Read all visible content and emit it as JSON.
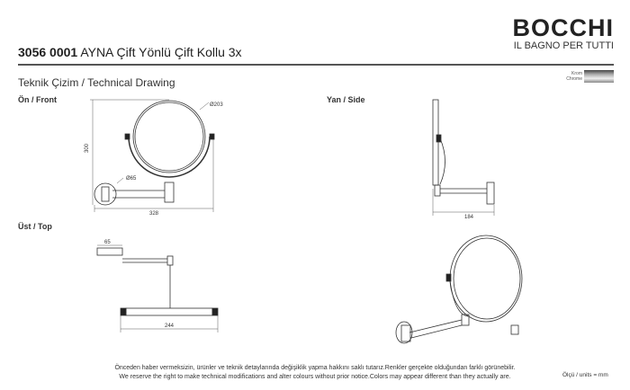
{
  "header": {
    "code": "3056 0001",
    "name": "AYNA Çift Yönlü Çift Kollu 3x",
    "subtitle": "Teknik Çizim / Technical Drawing"
  },
  "logo": {
    "brand": "BOCCHI",
    "tagline": "IL BAGNO PER TUTTI"
  },
  "finish": {
    "label_tr": "Krom",
    "label_en": "Chrome",
    "color": "#999999"
  },
  "views": {
    "front": "Ön / Front",
    "side": "Yan / Side",
    "top": "Üst / Top"
  },
  "dimensions": {
    "mirror_diameter": "Ø203",
    "height": "300",
    "base_diameter": "Ø65",
    "width": "328",
    "side_depth": "184",
    "top_base": "65",
    "top_width": "244"
  },
  "footer": {
    "line_tr": "Önceden haber vermeksizin, ürünler ve teknik detaylarında değişiklik yapma hakkını saklı tutarız.Renkler gerçekte olduğundan farklı görünebilir.",
    "line_en": "We reserve the right to make technical modifications and alter colours without prior notice.Colors may appear different than they actually are.",
    "units": "Ölçü / units = mm"
  }
}
